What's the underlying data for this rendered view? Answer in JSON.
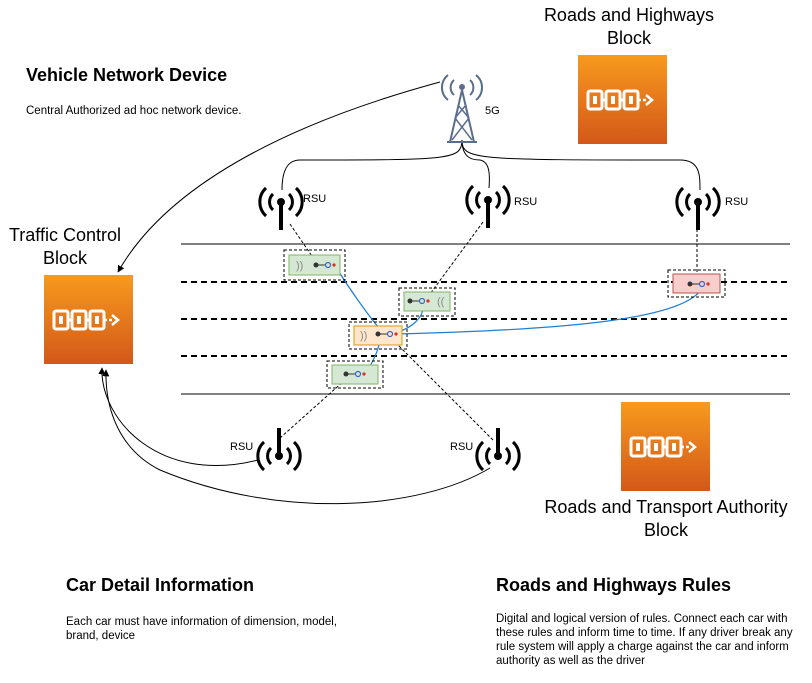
{
  "vehicle_network": {
    "title": "Vehicle Network Device",
    "description": "Central Authorized ad hoc network device."
  },
  "tower": {
    "label": "5G",
    "icon": "cell-tower-icon"
  },
  "blocks": {
    "roads_highways": {
      "line1": "Roads and Highways",
      "line2": "Block",
      "icon": "blockchain-icon"
    },
    "traffic_control": {
      "line1": "Traffic Control",
      "line2": "Block",
      "icon": "blockchain-icon"
    },
    "transport_authority": {
      "line1": "Roads and Transport Authority",
      "line2": "Block",
      "icon": "blockchain-icon"
    }
  },
  "rsu": {
    "top_left": "RSU",
    "top_middle": "RSU",
    "top_right": "RSU",
    "bottom_left": "RSU",
    "bottom_right": "RSU",
    "icon": "antenna-icon"
  },
  "car_detail": {
    "title": "Car Detail Information",
    "description": "Each car must have information of dimension, model, brand, device"
  },
  "rules": {
    "title": "Roads and Highways Rules",
    "description": "Digital and logical version of rules. Connect each car with these rules and inform time to time. If any driver break any rule system will apply a charge against the car and inform authority as well as the driver"
  },
  "colors": {
    "block_orange_top": "#f79a1e",
    "block_orange_bottom": "#d3581a",
    "car_green": "#d5e8d4",
    "car_orange": "#ffe6cc",
    "car_red": "#f8cecc",
    "link_blue": "#1f7fd6"
  }
}
